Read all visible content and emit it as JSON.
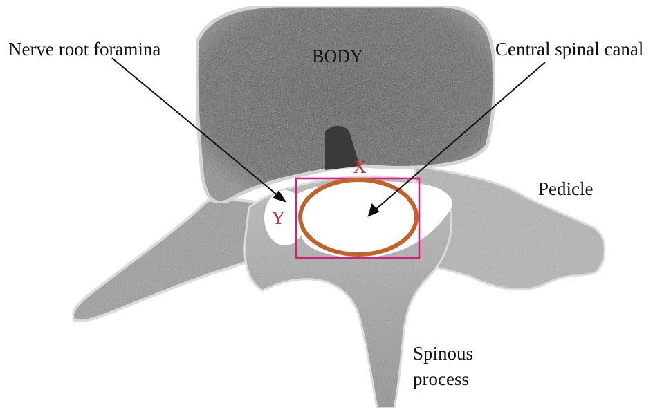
{
  "labels": {
    "body": "BODY",
    "nerve_root_foramina": "Nerve root foramina",
    "central_spinal_canal": "Central spinal canal",
    "pedicle": "Pedicle",
    "spinous_line1": "Spinous",
    "spinous_line2": "process",
    "x_marker": "X",
    "y_marker": "Y"
  },
  "colors": {
    "label_text": "#111111",
    "marker_text": "#d0202a",
    "box_outline": "#d81b7c",
    "canal_ellipse": "#c0622a",
    "arrow": "#111111",
    "bone_light": "#cfcfcf",
    "bone_dark": "#555555",
    "canal_fill": "#ffffff"
  }
}
